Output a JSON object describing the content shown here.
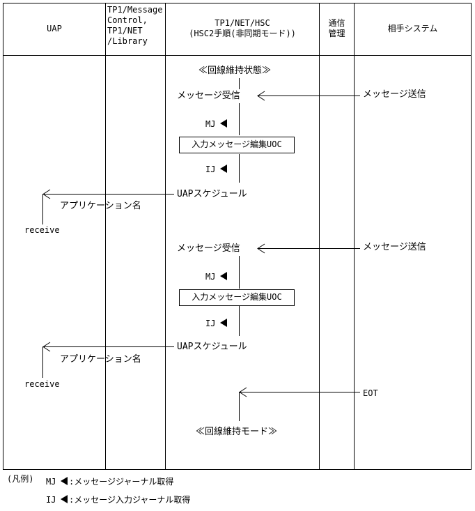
{
  "headers": {
    "uap": "UAP",
    "library": "TP1/Message\nControl,\nTP1/NET\n/Library",
    "hsc": "TP1/NET/HSC\n(HSC2手順(非同期モード))",
    "comm": "通信\n管理",
    "partner": "相手システム"
  },
  "flow": {
    "state_top": "≪回線維持状態≫",
    "msg_receive_1": "メッセージ受信",
    "msg_send_1": "メッセージ送信",
    "mj_1": "MJ",
    "uoc_1": "入力メッセージ編集UOC",
    "ij_1": "IJ",
    "uap_schedule_1": "UAPスケジュール",
    "app_name_1": "アプリケーション名",
    "receive_1": "receive",
    "msg_receive_2": "メッセージ受信",
    "msg_send_2": "メッセージ送信",
    "mj_2": "MJ",
    "uoc_2": "入力メッセージ編集UOC",
    "ij_2": "IJ",
    "uap_schedule_2": "UAPスケジュール",
    "app_name_2": "アプリケーション名",
    "receive_2": "receive",
    "eot": "EOT",
    "state_bottom": "≪回線維持モード≫"
  },
  "legend": {
    "title": "(凡例)",
    "mj_code": "MJ",
    "mj_desc": ":メッセージジャーナル取得",
    "ij_code": "IJ",
    "ij_desc": ":メッセージ入力ジャーナル取得"
  }
}
